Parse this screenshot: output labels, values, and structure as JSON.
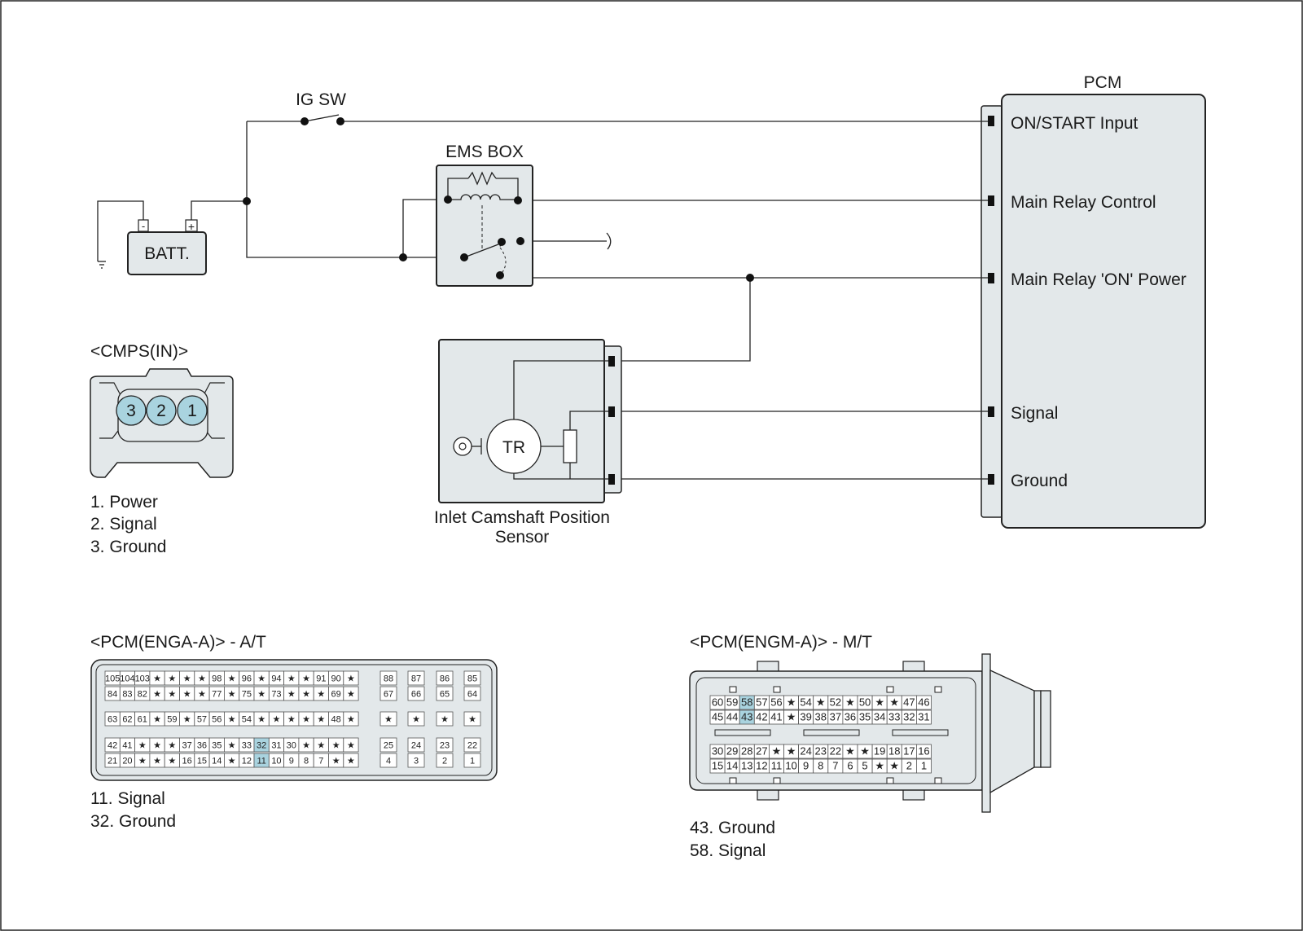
{
  "ig_sw": "IG SW",
  "ems_box": "EMS BOX",
  "batt": "BATT.",
  "batt_minus": "-",
  "batt_plus": "+",
  "pcm": {
    "title": "PCM",
    "pins": [
      "ON/START Input",
      "Main Relay Control",
      "Main Relay 'ON' Power",
      "Signal",
      "Ground"
    ]
  },
  "sensor": {
    "title_line1": "Inlet Camshaft Position",
    "title_line2": "Sensor",
    "tr_label": "TR"
  },
  "cmps": {
    "title": "<CMPS(IN)>",
    "pins": [
      "3",
      "2",
      "1"
    ],
    "legend": [
      "1. Power",
      "2. Signal",
      "3. Ground"
    ]
  },
  "enga": {
    "title": "<PCM(ENGA-A)> - A/T",
    "rows": [
      [
        "105",
        "104",
        "103",
        "★",
        "★",
        "★",
        "★",
        "98",
        "★",
        "96",
        "★",
        "94",
        "★",
        "★",
        "91",
        "90",
        "★"
      ],
      [
        "84",
        "83",
        "82",
        "★",
        "★",
        "★",
        "★",
        "77",
        "★",
        "75",
        "★",
        "73",
        "★",
        "★",
        "★",
        "69",
        "★"
      ],
      [
        "63",
        "62",
        "61",
        "★",
        "59",
        "★",
        "57",
        "56",
        "★",
        "54",
        "★",
        "★",
        "★",
        "★",
        "★",
        "48",
        "★"
      ],
      [
        "42",
        "41",
        "★",
        "★",
        "★",
        "37",
        "36",
        "35",
        "★",
        "33",
        "32",
        "31",
        "30",
        "★",
        "★",
        "★",
        "★"
      ],
      [
        "21",
        "20",
        "★",
        "★",
        "★",
        "16",
        "15",
        "14",
        "★",
        "12",
        "11",
        "10",
        "9",
        "8",
        "7",
        "★",
        "★"
      ]
    ],
    "side_rows": [
      [
        "88",
        "87",
        "86",
        "85"
      ],
      [
        "67",
        "66",
        "65",
        "64"
      ],
      [
        "★",
        "★",
        "★",
        "★"
      ],
      [
        "25",
        "24",
        "23",
        "22"
      ],
      [
        "4",
        "3",
        "2",
        "1"
      ]
    ],
    "highlight": [
      "32",
      "11"
    ],
    "legend": [
      "11. Signal",
      "32. Ground"
    ]
  },
  "engm": {
    "title": "<PCM(ENGM-A)> - M/T",
    "rows": [
      [
        "60",
        "59",
        "58",
        "57",
        "56",
        "★",
        "54",
        "★",
        "52",
        "★",
        "50",
        "★",
        "★",
        "47",
        "46"
      ],
      [
        "45",
        "44",
        "43",
        "42",
        "41",
        "★",
        "39",
        "38",
        "37",
        "36",
        "35",
        "34",
        "33",
        "32",
        "31"
      ],
      [
        "30",
        "29",
        "28",
        "27",
        "★",
        "★",
        "24",
        "23",
        "22",
        "★",
        "★",
        "19",
        "18",
        "17",
        "16"
      ],
      [
        "15",
        "14",
        "13",
        "12",
        "11",
        "10",
        "9",
        "8",
        "7",
        "6",
        "5",
        "★",
        "★",
        "2",
        "1"
      ]
    ],
    "highlight": [
      "58",
      "43"
    ],
    "legend": [
      "43. Ground",
      "58. Signal"
    ]
  },
  "colors": {
    "highlight": "#a9d3df",
    "component_fill": "#e3e8ea"
  },
  "icons": [
    "ground-icon",
    "relay-coil-icon",
    "resistor-icon",
    "switch-icon",
    "pickup-sensor-icon"
  ]
}
